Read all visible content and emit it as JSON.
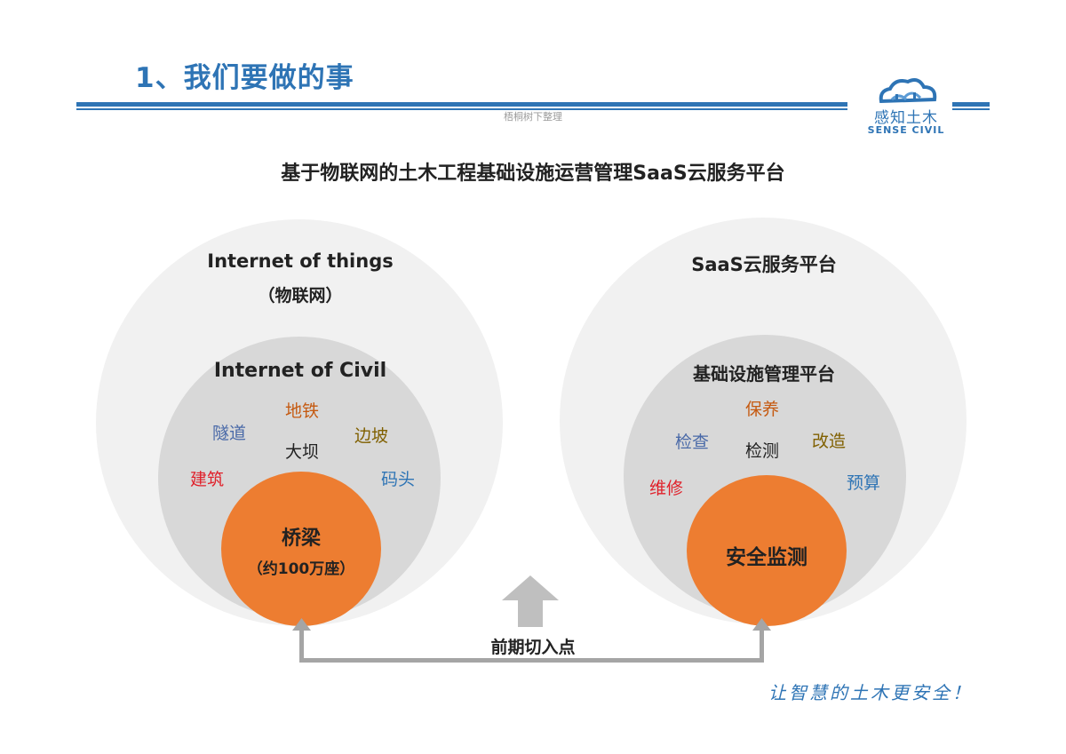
{
  "header": {
    "title": "1、我们要做的事",
    "watermark": "梧桐树下整理"
  },
  "logo": {
    "name_cn": "感知土木",
    "name_en": "SENSE CIVIL"
  },
  "diagram": {
    "subtitle": "基于物联网的土木工程基础设施运营管理SaaS云服务平台",
    "left": {
      "outer_label_1": "Internet of things",
      "outer_label_2": "（物联网）",
      "inner_label": "Internet of Civil",
      "keywords": [
        {
          "text": "地铁",
          "color": "#c55a11"
        },
        {
          "text": "隧道",
          "color": "#4a6aa8"
        },
        {
          "text": "边坡",
          "color": "#806000"
        },
        {
          "text": "大坝",
          "color": "#222222"
        },
        {
          "text": "建筑",
          "color": "#e0202a"
        },
        {
          "text": "码头",
          "color": "#2e74b5"
        }
      ],
      "core_label_1": "桥梁",
      "core_label_2": "（约100万座）"
    },
    "right": {
      "outer_label": "SaaS云服务平台",
      "inner_label": "基础设施管理平台",
      "keywords": [
        {
          "text": "保养",
          "color": "#c55a11"
        },
        {
          "text": "检查",
          "color": "#4a6aa8"
        },
        {
          "text": "改造",
          "color": "#806000"
        },
        {
          "text": "检测",
          "color": "#222222"
        },
        {
          "text": "维修",
          "color": "#e0202a"
        },
        {
          "text": "预算",
          "color": "#2e74b5"
        }
      ],
      "core_label": "安全监测"
    },
    "entry_label": "前期切入点"
  },
  "slogan": "让智慧的土木更安全！"
}
